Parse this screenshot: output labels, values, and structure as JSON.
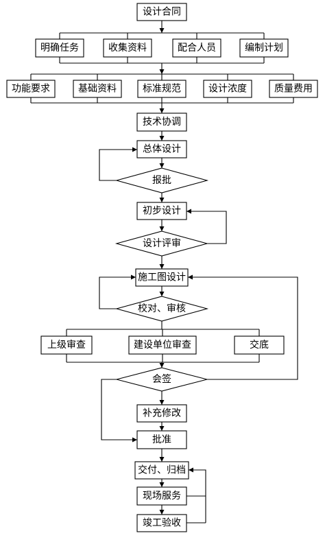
{
  "colors": {
    "ink": "#000000",
    "paper": "#ffffff"
  },
  "flow": {
    "design_contract": "设计合同",
    "preparation": [
      "明确任务",
      "收集资料",
      "配合人员",
      "编制计划"
    ],
    "inputs": [
      "功能要求",
      "基础资料",
      "标准规范",
      "设计浓度",
      "质量费用"
    ],
    "technical_coordination": "技术协调",
    "overall_design": "总体设计",
    "submit_for_approval": "报批",
    "preliminary_design": "初步设计",
    "design_review": "设计评审",
    "construction_drawing_design": "施工图设计",
    "proofread_and_audit": "校对、审核",
    "reviews": [
      "上级审查",
      "建设单位审查",
      "交底"
    ],
    "countersign": "会签",
    "supplementary_revision": "补充修改",
    "approval": "批准",
    "delivery_and_archiving": "交付、归档",
    "site_service": "现场服务",
    "completion_acceptance": "竣工验收"
  }
}
